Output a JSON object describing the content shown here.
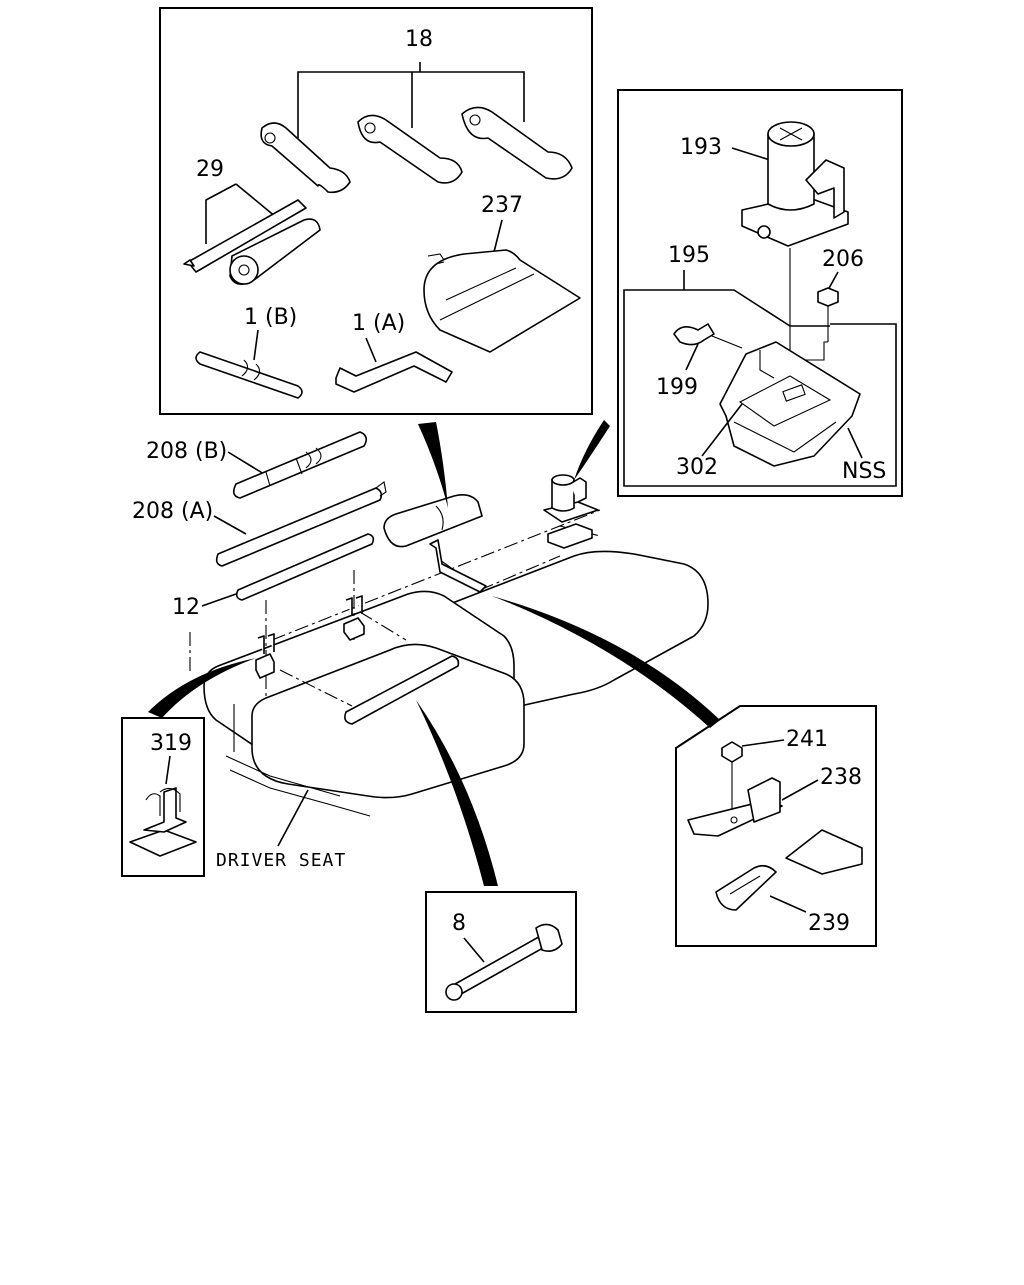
{
  "labels": {
    "p18": "18",
    "p29": "29",
    "p237": "237",
    "p1b": "1 (B)",
    "p1a": "1 (A)",
    "p193": "193",
    "p195": "195",
    "p206": "206",
    "p199": "199",
    "p302": "302",
    "nss": "NSS",
    "p208b": "208 (B)",
    "p208a": "208 (A)",
    "p12": "12",
    "p319": "319",
    "driver_seat": "DRIVER SEAT",
    "p8": "8",
    "p241": "241",
    "p238": "238",
    "p239": "239"
  }
}
